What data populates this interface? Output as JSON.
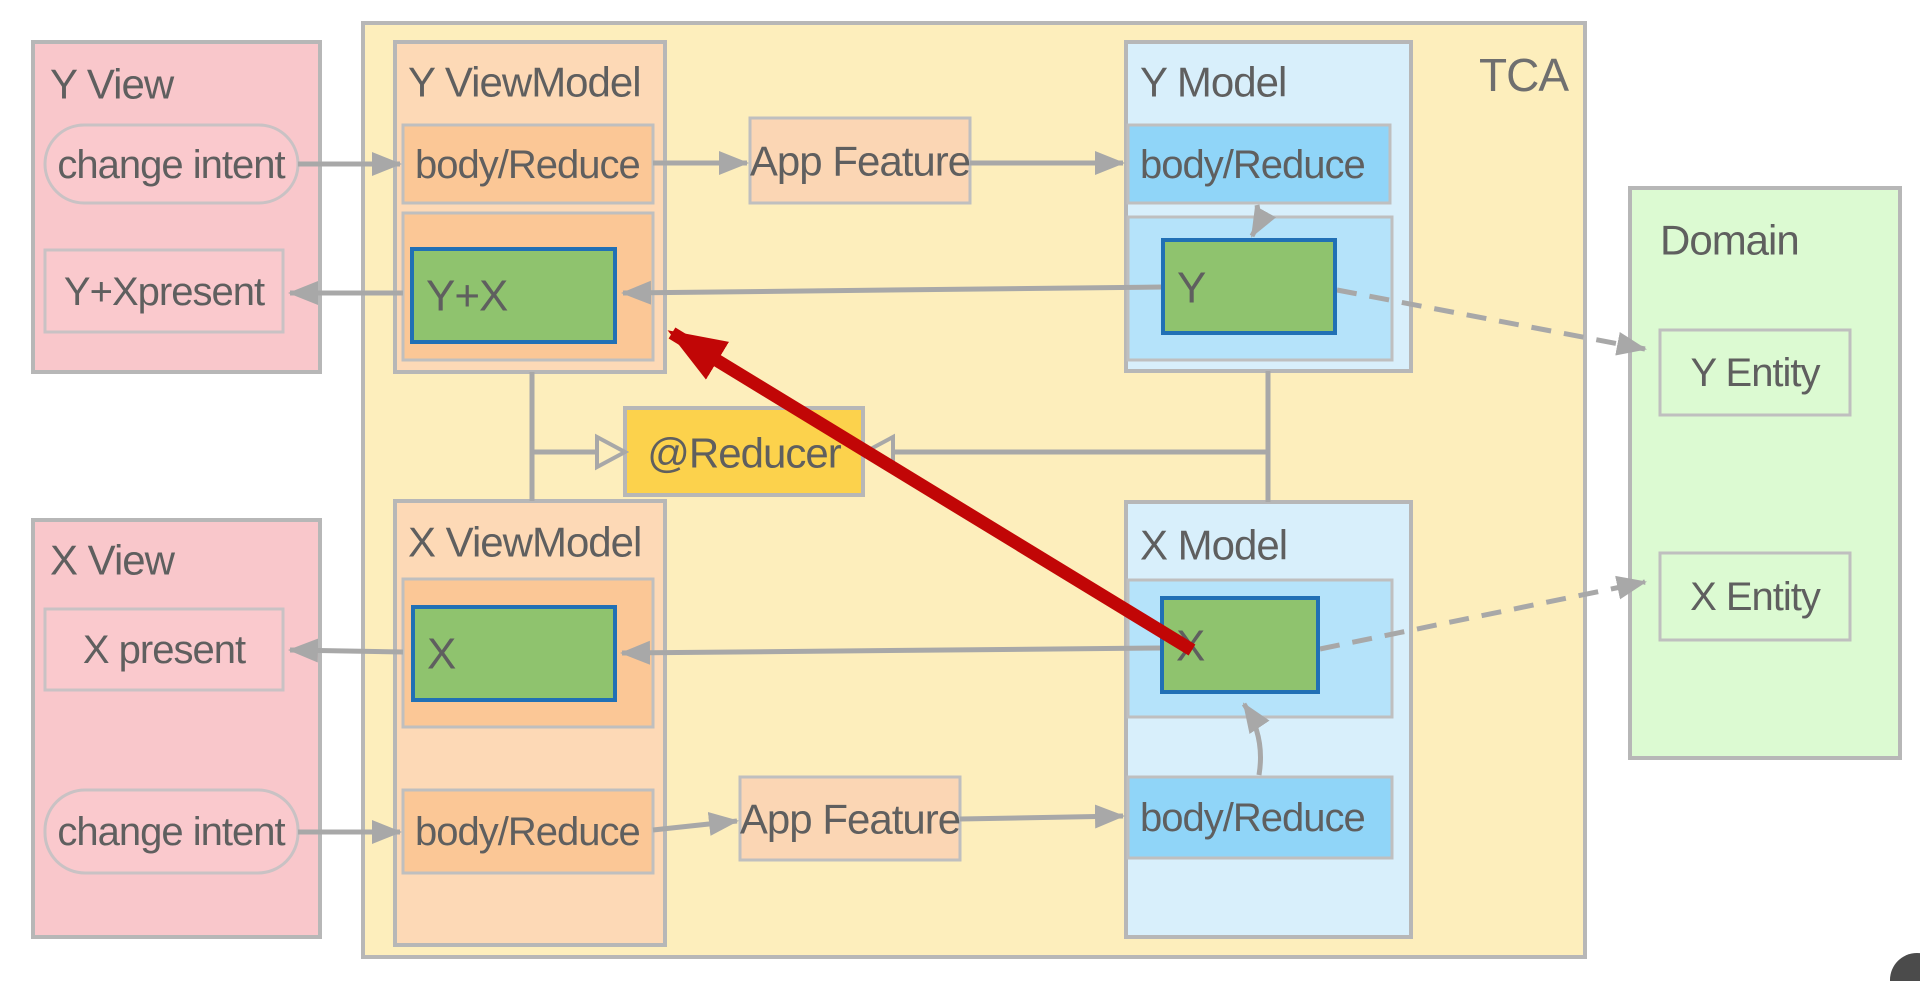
{
  "diagram": {
    "tca_label": "TCA",
    "y_view": {
      "title": "Y View",
      "change_intent": "change intent",
      "present": "Y+Xpresent"
    },
    "y_viewmodel": {
      "title": "Y ViewModel",
      "body_reduce": "body/Reduce",
      "state": "Y+X"
    },
    "app_feature_top": "App Feature",
    "y_model": {
      "title": "Y Model",
      "body_reduce": "body/Reduce",
      "state": "Y"
    },
    "reducer_label": "@Reducer",
    "x_view": {
      "title": "X View",
      "present": "X present",
      "change_intent": "change intent"
    },
    "x_viewmodel": {
      "title": "X ViewModel",
      "state": "X",
      "body_reduce": "body/Reduce"
    },
    "app_feature_bottom": "App Feature",
    "x_model": {
      "title": "X Model",
      "state": "X",
      "body_reduce": "body/Reduce"
    },
    "domain": {
      "title": "Domain",
      "y_entity": "Y Entity",
      "x_entity": "X Entity"
    },
    "colors": {
      "tca_fill": "#fdeebc",
      "view_pink": "#f9c7cb",
      "view_pink_inner": "#fac9cd",
      "viewmodel_orange": "#fdd9b6",
      "viewmodel_orange_inner": "#fbc796",
      "app_feature_fill": "#fbd6b4",
      "model_blue_outer": "#d8effb",
      "model_blue_reduce": "#90d5f8",
      "model_blue_state": "#b5e3fa",
      "state_green": "#8fc36e",
      "state_green_border": "#2170b5",
      "reducer_gold": "#fcd24c",
      "domain_green": "#dcfad2",
      "border_gray": "#b7b7b7",
      "arrow_gray": "#a8a8a8",
      "highlight_red": "#c10606",
      "text_gray": "#5f5f5f"
    }
  }
}
